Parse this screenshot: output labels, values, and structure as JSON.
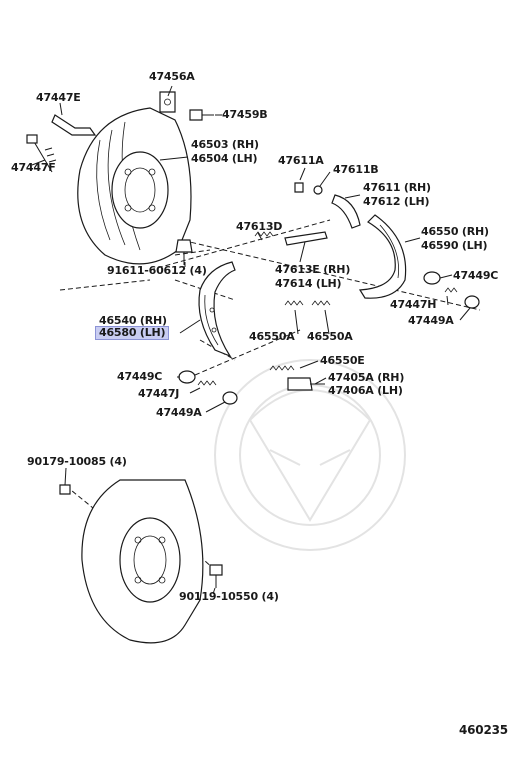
{
  "figure_number": "460235",
  "highlight_color": "#c9cdf2",
  "labels": {
    "p47456A": "47456A",
    "p47447E": "47447E",
    "p47459B": "47459B",
    "p47447F": "47447F",
    "p46503": "46503 (RH)",
    "p46504": "46504 (LH)",
    "p47611A": "47611A",
    "p47611B": "47611B",
    "p47611": "47611 (RH)",
    "p47612": "47612 (LH)",
    "p47613D": "47613D",
    "p46550": "46550 (RH)",
    "p46590": "46590 (LH)",
    "p91611": "91611-60612 (4)",
    "p47613E": "47613E (RH)",
    "p47614": "47614 (LH)",
    "p47449C_r": "47449C",
    "p47447H": "47447H",
    "p46540": "46540 (RH)",
    "p46580": "46580 (LH)",
    "p46550A_1": "46550A",
    "p46550A_2": "46550A",
    "p47449A_r": "47449A",
    "p46550E": "46550E",
    "p47449C_l": "47449C",
    "p47405A": "47405A (RH)",
    "p47406A": "47406A (LH)",
    "p47447J": "47447J",
    "p47449A_l": "47449A",
    "p90179": "90179-10085 (4)",
    "p90119": "90119-10550 (4)"
  }
}
